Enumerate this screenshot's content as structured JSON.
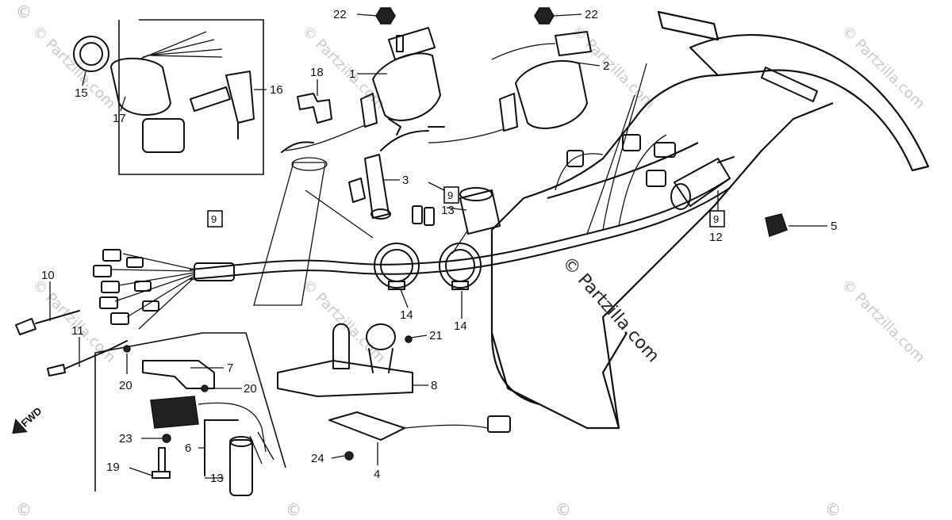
{
  "callouts": {
    "c1": "1",
    "c2": "2",
    "c3": "3",
    "c4": "4",
    "c5": "5",
    "c6": "6",
    "c7": "7",
    "c8": "8",
    "c10": "10",
    "c11": "11",
    "c12": "12",
    "c13a": "13",
    "c13b": "13",
    "c14a": "14",
    "c14b": "14",
    "c15": "15",
    "c16": "16",
    "c17": "17",
    "c18": "18",
    "c19": "19",
    "c20a": "20",
    "c20b": "20",
    "c21": "21",
    "c22a": "22",
    "c22b": "22",
    "c23": "23",
    "c24": "24"
  },
  "boxed_refs": {
    "b1": "9",
    "b2": "9",
    "b3": "9"
  },
  "direction": "FWD",
  "watermarks": {
    "main": "© Partzilla.com",
    "tile": "© Partzilla.com",
    "corner": "©"
  },
  "colors": {
    "line": "#111111",
    "watermark": "#bcbcbc",
    "background": "#ffffff"
  }
}
